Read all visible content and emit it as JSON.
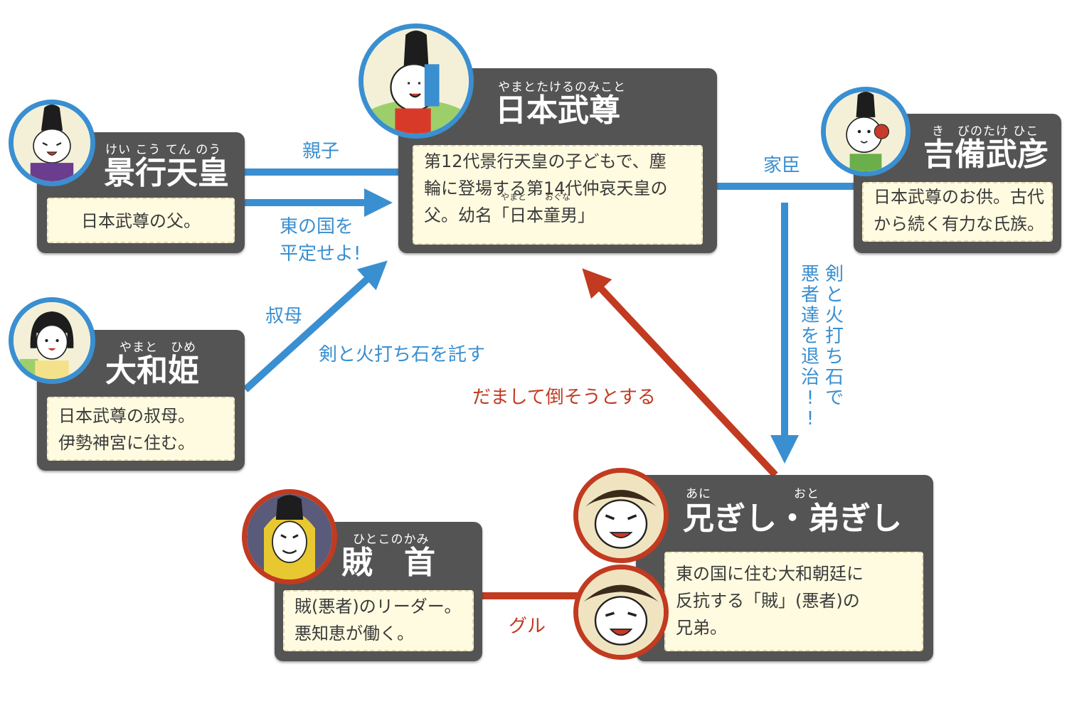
{
  "colors": {
    "blue": "#3a8fd0",
    "red": "#c23a20",
    "card": "#545454",
    "desc_bg": "#fffbe0"
  },
  "yamato": {
    "ruby": "やまとたけるのみこと",
    "name": "日本武尊",
    "desc": [
      "第12代景行天皇の子どもで、塵",
      "輪に登場する第14代仲哀天皇の",
      "父。幼名「日本童男」"
    ],
    "desc_ruby_1": "やまと",
    "desc_ruby_2": "おぐな"
  },
  "keiko": {
    "ruby": "けい こう てん のう",
    "name": "景行天皇",
    "desc": "日本武尊の父。"
  },
  "yamatohime": {
    "ruby": "やまと　ひめ",
    "name": "大和姫",
    "desc": [
      "日本武尊の叔母。",
      "伊勢神宮に住む。"
    ]
  },
  "kibi": {
    "ruby": "き　びのたけ ひこ",
    "name": "吉備武彦",
    "desc": [
      "日本武尊のお供。古代",
      "から続く有力な氏族。"
    ]
  },
  "brothers": {
    "ruby_1": "あに",
    "ruby_2": "おと",
    "name": "兄ぎし・弟ぎし",
    "desc": [
      "東の国に住む大和朝廷に",
      "反抗する「賊」(悪者)の",
      "兄弟。"
    ]
  },
  "chief": {
    "ruby": "ひとこのかみ",
    "name": "賊　首",
    "desc": [
      "賊(悪者)のリーダー。",
      "悪知恵が働く。"
    ]
  },
  "relations": {
    "parent_child": "親子",
    "order": [
      "東の国を",
      "平定せよ!"
    ],
    "aunt": "叔母",
    "entrust": "剣と火打ち石を託す",
    "retainer": "家臣",
    "defeat": "剣と火打ち石で悪者達を退治!!",
    "trick": "だまして倒そうとする",
    "accomplice": "グル"
  },
  "icons": [
    "yamato-takeru-avatar-icon",
    "keiko-avatar-icon",
    "yamatohime-avatar-icon",
    "kibi-avatar-icon",
    "brother-elder-avatar-icon",
    "brother-younger-avatar-icon",
    "chief-avatar-icon"
  ]
}
